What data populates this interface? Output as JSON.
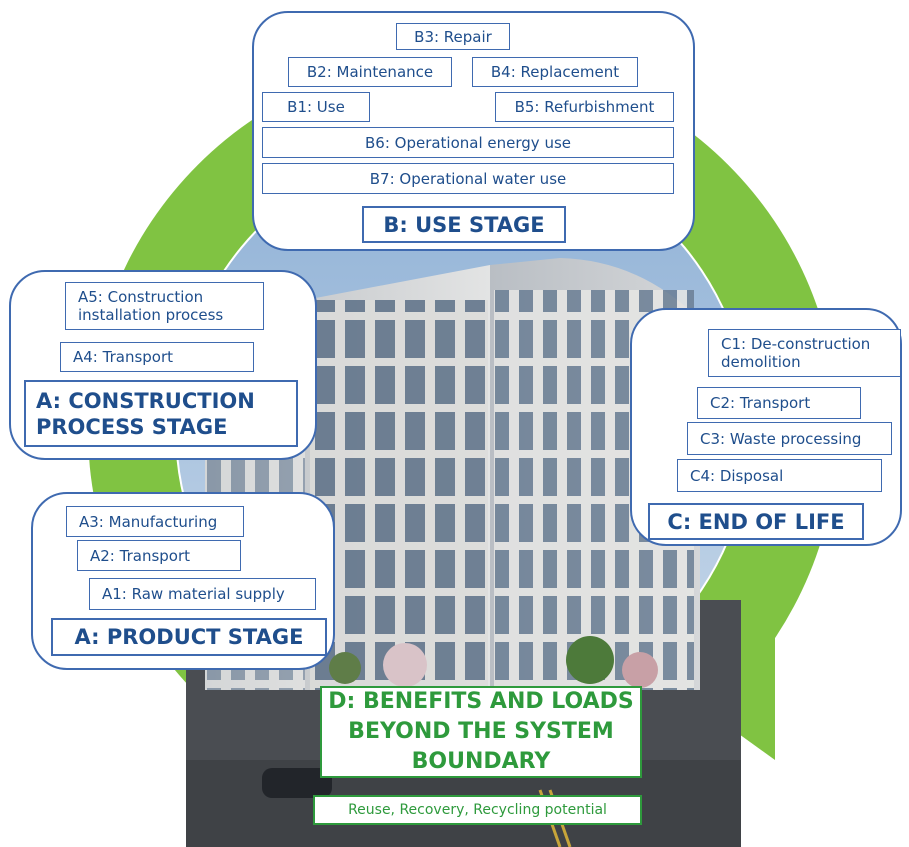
{
  "use_stage": {
    "title": "B: USE STAGE",
    "items": [
      "B3: Repair",
      "B2: Maintenance",
      "B4: Replacement",
      "B1: Use",
      "B5: Refurbishment",
      "B6: Operational energy use",
      "B7: Operational water use"
    ]
  },
  "construction_stage": {
    "title": "A: CONSTRUCTION PROCESS STAGE",
    "items": [
      "A5: Construction installation process",
      "A4: Transport"
    ]
  },
  "product_stage": {
    "title": "A: PRODUCT STAGE",
    "items": [
      "A3: Manufacturing",
      "A2: Transport",
      "A1: Raw material supply"
    ]
  },
  "end_of_life": {
    "title": "C: END OF LIFE",
    "items": [
      "C1: De-construction demolition",
      "C2: Transport",
      "C3: Waste processing",
      "C4: Disposal"
    ]
  },
  "beyond_boundary": {
    "title": "D: BENEFITS AND LOADS BEYOND THE SYSTEM BOUNDARY",
    "subtitle": "Reuse, Recovery, Recycling potential"
  },
  "colors": {
    "blue": "#3f6ab0",
    "text_blue": "#1f4e8c",
    "green_arrow": "#80c342",
    "green_text": "#2e9a3c"
  }
}
